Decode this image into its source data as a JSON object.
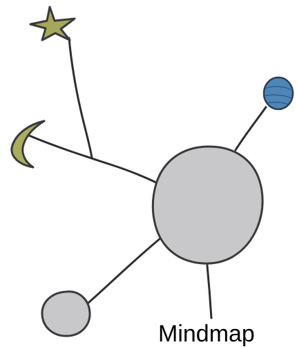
{
  "caption": "Mindmap",
  "colors": {
    "line": "#2e2e2e",
    "node_fill": "#c8c8ca",
    "node_stroke": "#3a3a3a",
    "star_fill": "#a5a85a",
    "moon_fill": "#a9ad5f",
    "planet_fill": "#4f86b8",
    "background": "#ffffff"
  },
  "diagram": {
    "central_node": {
      "icon": "gray-circle"
    },
    "branches": [
      {
        "icon": "star-icon"
      },
      {
        "icon": "crescent-moon-icon"
      },
      {
        "icon": "blue-planet-icon"
      },
      {
        "icon": "small-gray-circle"
      }
    ]
  }
}
